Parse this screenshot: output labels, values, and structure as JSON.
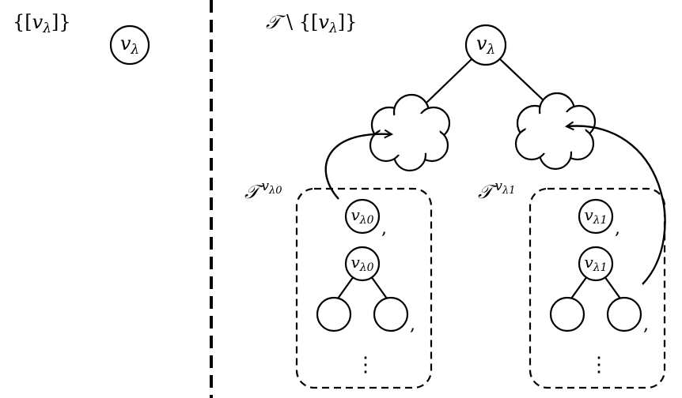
{
  "left_panel": {
    "set_label_open": "{[",
    "set_label_var": "v",
    "set_label_sub": "λ",
    "set_label_close": "]}",
    "node_var": "v",
    "node_sub": "λ"
  },
  "right_panel": {
    "title_T": "𝒯",
    "title_rest": " \\ {[",
    "title_var": "v",
    "title_sub": "λ",
    "title_close": "]}",
    "root_var": "v",
    "root_sub": "λ",
    "left_subtree": {
      "label_T": "𝒯",
      "label_sup_var": "v",
      "label_sup_sub": "λ0",
      "node_var": "v",
      "node_sub": "λ0",
      "separator": ",",
      "ellipsis": "⋮"
    },
    "right_subtree": {
      "label_T": "𝒯",
      "label_sup_var": "v",
      "label_sup_sub": "λ1",
      "node_var": "v",
      "node_sub": "λ1",
      "separator": ",",
      "ellipsis": "⋮"
    }
  }
}
